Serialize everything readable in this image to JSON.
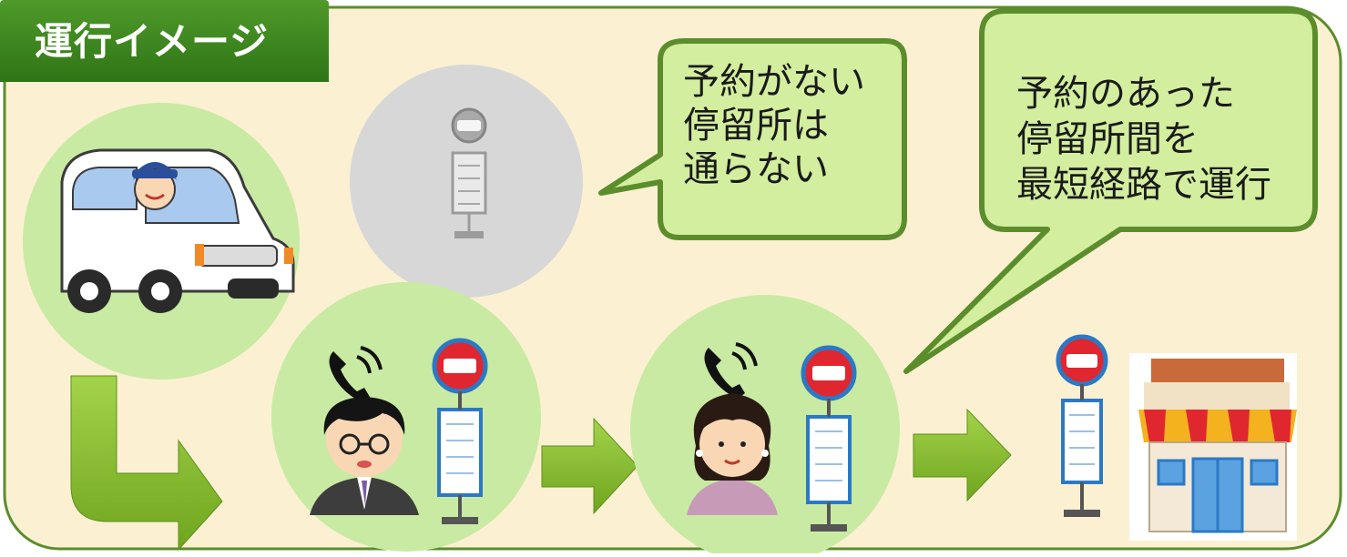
{
  "title": "運行イメージ",
  "colors": {
    "panel_bg": "#fbf0d2",
    "panel_border": "#5b8d2c",
    "circle_green": "#c9eaa2",
    "circle_gray": "#d7d7d7",
    "arrow_green": "#86be2e",
    "bubble_fill": "#d3ee9e",
    "bubble_border": "#5b8d2c",
    "bus_red": "#e0262f"
  },
  "bubbles": {
    "no_reservation": {
      "lines": [
        "予約がない",
        "停留所は",
        "通らない"
      ]
    },
    "reserved": {
      "lines": [
        "予約のあった",
        "停留所間を",
        "最短経路で運行"
      ]
    }
  },
  "icons": [
    "van-driver-illustration",
    "bus-stop-icon",
    "phone-icon",
    "man-passenger-illustration",
    "woman-passenger-illustration",
    "store-icon",
    "arrow-right-icon"
  ]
}
